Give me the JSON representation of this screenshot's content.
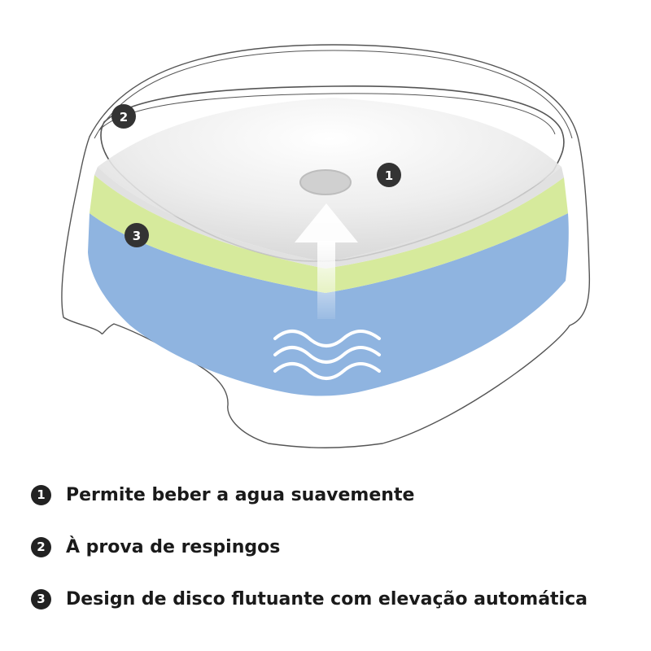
{
  "callouts": [
    {
      "number": "1",
      "text": "Permite beber a agua suavemente"
    },
    {
      "number": "2",
      "text": "À prova de respingos"
    },
    {
      "number": "3",
      "text": "Design de disco flutuante com elevação automática"
    }
  ],
  "colors": {
    "water": "#8fb4e0",
    "float_band": "#d6ea9c",
    "disc": "#e4e4e4",
    "outline": "#555555",
    "badge": "#333333"
  },
  "icons": [
    "bowl-sketch",
    "up-arrow-icon",
    "water-waves-icon"
  ]
}
